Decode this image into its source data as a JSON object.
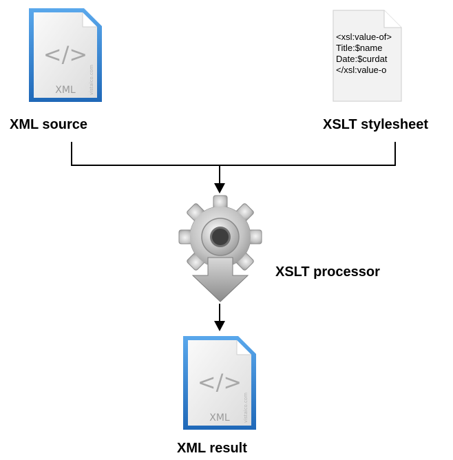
{
  "nodes": {
    "xml_source": {
      "label": "XML source",
      "icon": "xml-file-icon",
      "icon_text": "XML",
      "watermark": "vistaico.com"
    },
    "xslt_stylesheet": {
      "label": "XSLT stylesheet",
      "icon": "text-document-icon",
      "doc_lines": [
        "<xsl:value-of>",
        "Title:$name",
        "Date:$curdat",
        "</xsl:value-o"
      ]
    },
    "xslt_processor": {
      "label": "XSLT processor",
      "icon": "gear-download-icon"
    },
    "xml_result": {
      "label": "XML result",
      "icon": "xml-file-icon",
      "icon_text": "XML",
      "watermark": "vistaico.com"
    }
  },
  "edges": [
    {
      "from": "xml_source",
      "to": "xslt_processor"
    },
    {
      "from": "xslt_stylesheet",
      "to": "xslt_processor"
    },
    {
      "from": "xslt_processor",
      "to": "xml_result"
    }
  ],
  "colors": {
    "file_blue": "#2f7fd1",
    "file_paper": "#eeeeee",
    "gear_silver": "#b8b8b8",
    "connector": "#000000"
  }
}
